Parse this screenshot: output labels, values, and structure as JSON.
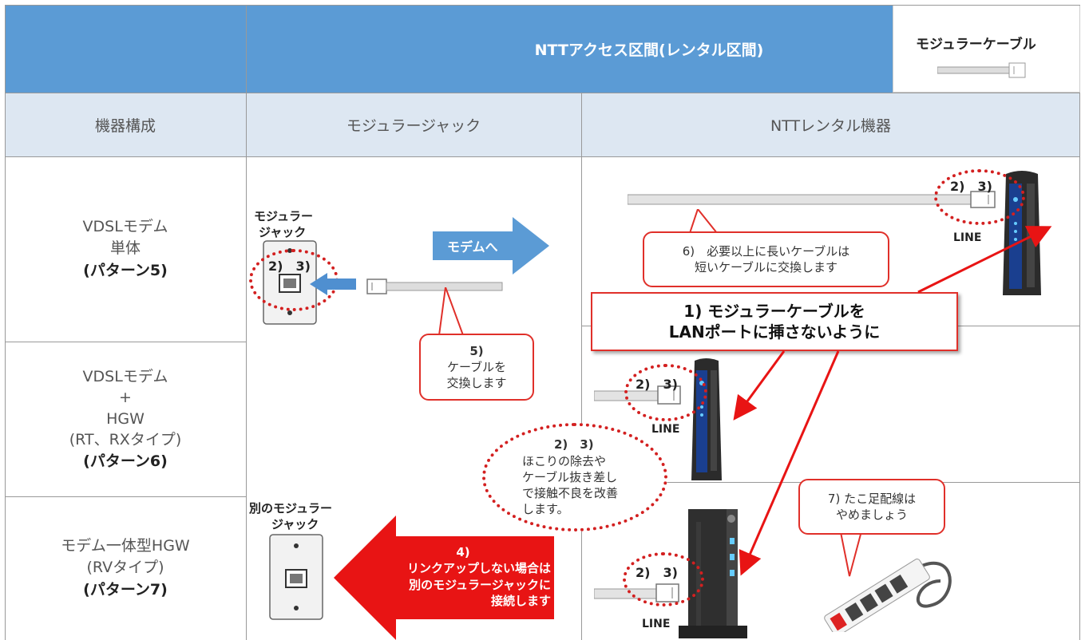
{
  "header": {
    "top_title": "NTTアクセス区間(レンタル区間)",
    "cable_label": "モジュラーケーブル"
  },
  "columns": {
    "c1": "機器構成",
    "c2": "モジュラージャック",
    "c3": "NTTレンタル機器"
  },
  "rows": [
    {
      "line1": "VDSLモデム",
      "line2": "単体",
      "line3": "",
      "line4": "",
      "pattern": "(パターン5)"
    },
    {
      "line1": "VDSLモデム",
      "line2": "+",
      "line3": "HGW",
      "line4": "(RT、RXタイプ)",
      "pattern": "(パターン6)"
    },
    {
      "line1": "モデム一体型HGW",
      "line2": "(RVタイプ)",
      "line3": "",
      "line4": "",
      "pattern": "(パターン7)"
    }
  ],
  "labels": {
    "jack1_l1": "モジュラー",
    "jack1_l2": "ジャック",
    "jack2_l1": "別のモジュラー",
    "jack2_l2": "ジャック",
    "to_modem": "モデムへ",
    "line1": "LINE",
    "line2": "LINE",
    "line3": "LINE",
    "num23": "2)　3)"
  },
  "notes": {
    "n1_l1": "1) モジュラーケーブルを",
    "n1_l2": "LANポートに挿さないように",
    "n23_title": "2)　3)",
    "n23_l1": "ほこりの除去や",
    "n23_l2": "ケーブル抜き差し",
    "n23_l3": "で接触不良を改善",
    "n23_l4": "します。",
    "n4_num": "4)",
    "n4_l1": "リンクアップしない場合は",
    "n4_l2": "別のモジュラージャックに",
    "n4_l3": "接続します",
    "n5_num": "5)",
    "n5_l1": "ケーブルを",
    "n5_l2": "交換します",
    "n6_l1": "6)　必要以上に長いケーブルは",
    "n6_l2": "短いケーブルに交換します",
    "n7_l1": "7) たこ足配線は",
    "n7_l2": "やめましょう"
  },
  "colors": {
    "header_blue": "#5b9bd5",
    "header_light": "#dde7f2",
    "alert_red": "#e81414",
    "accent_red": "#d32020"
  }
}
